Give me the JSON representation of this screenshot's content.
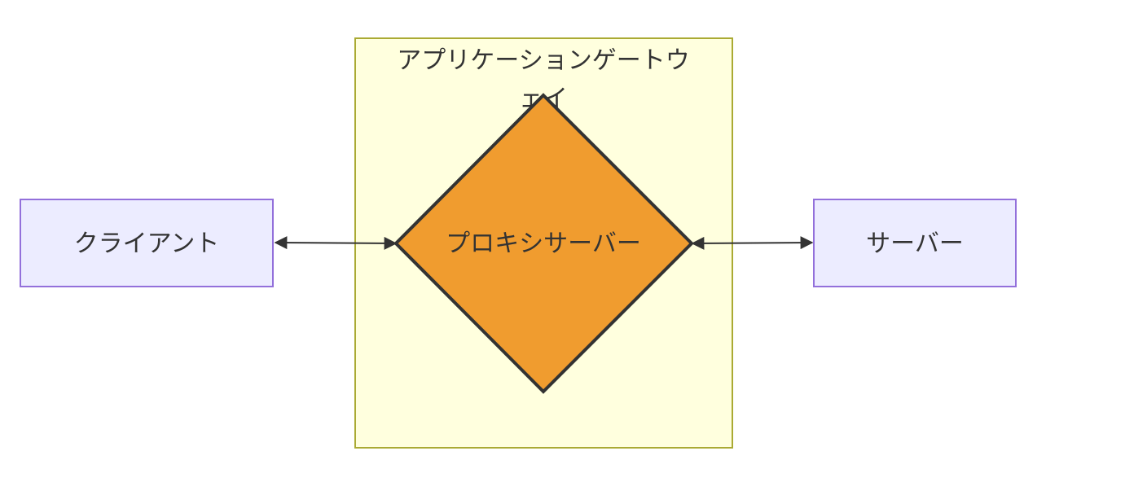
{
  "diagram": {
    "group": {
      "title_line1": "アプリケーションゲートウ",
      "title_line2": "ェイ"
    },
    "nodes": {
      "client": "クライアント",
      "proxy": "プロキシサーバー",
      "server": "サーバー"
    },
    "colors": {
      "group_fill": "#ffffde",
      "group_stroke": "#aaaa33",
      "node_fill": "#ececff",
      "node_stroke": "#9370db",
      "proxy_fill": "#f09c2f",
      "proxy_stroke": "#333333",
      "edge": "#333333",
      "text": "#333333"
    }
  }
}
